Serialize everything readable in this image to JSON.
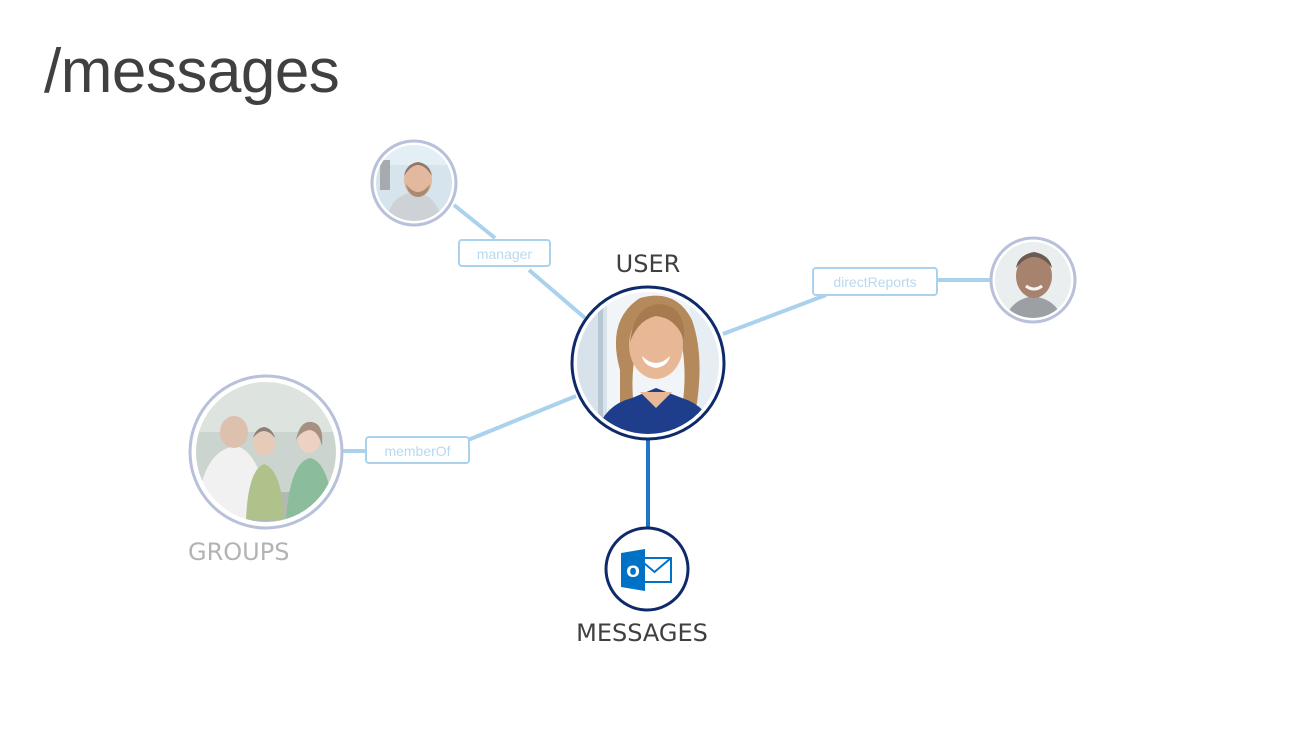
{
  "page": {
    "title": "/messages"
  },
  "nodes": {
    "user": {
      "label": "USER",
      "photo_icon": "woman-portrait-photo"
    },
    "groups": {
      "label": "GROUPS",
      "photo_icon": "group-meeting-photo"
    },
    "messages": {
      "label": "MESSAGES",
      "icon": "outlook-icon",
      "icon_letter": "O"
    },
    "manager": {
      "photo_icon": "man-portrait-photo"
    },
    "direct_reports": {
      "photo_icon": "man-portrait-photo"
    }
  },
  "edges": {
    "manager": "manager",
    "direct_reports": "directReports",
    "member_of": "memberOf"
  },
  "colors": {
    "title": "#404040",
    "node_border_active": "#0f2a6b",
    "node_border_faded": "#b8c0da",
    "edge_active": "#1f77c4",
    "edge_faded": "#abd2ec",
    "edge_label_text": "#b8d9f0",
    "label_active": "#404040",
    "label_faded": "#b3b3b3",
    "outlook_blue": "#0072c6"
  }
}
